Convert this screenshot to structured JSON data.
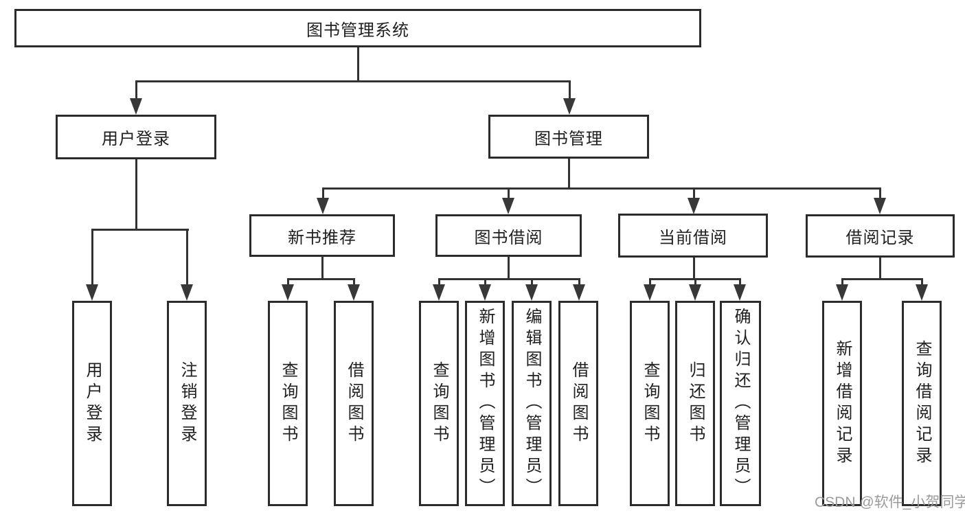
{
  "diagram": {
    "root": "图书管理系统",
    "branches": {
      "user_login": "用户登录",
      "book_management": "图书管理"
    },
    "modules": {
      "new_book": "新书推荐",
      "book_borrow": "图书借阅",
      "current_borrow": "当前借阅",
      "borrow_records": "借阅记录"
    },
    "leaves": [
      "用户登录",
      "注销登录",
      "查询图书",
      "借阅图书",
      "查询图书",
      "新增图书（管理员）",
      "编辑图书（管理员）",
      "借阅图书",
      "查询图书",
      "归还图书",
      "确认归还（管理员）",
      "新增借阅记录",
      "查询借阅记录"
    ],
    "hierarchy": {
      "label": "图书管理系统",
      "children": [
        {
          "label": "用户登录",
          "children": [
            {
              "label": "用户登录"
            },
            {
              "label": "注销登录"
            }
          ]
        },
        {
          "label": "图书管理",
          "children": [
            {
              "label": "新书推荐",
              "children": [
                {
                  "label": "查询图书"
                },
                {
                  "label": "借阅图书"
                }
              ]
            },
            {
              "label": "图书借阅",
              "children": [
                {
                  "label": "查询图书"
                },
                {
                  "label": "新增图书（管理员）"
                },
                {
                  "label": "编辑图书（管理员）"
                },
                {
                  "label": "借阅图书"
                }
              ]
            },
            {
              "label": "当前借阅",
              "children": [
                {
                  "label": "查询图书"
                },
                {
                  "label": "归还图书"
                },
                {
                  "label": "确认归还（管理员）"
                }
              ]
            },
            {
              "label": "借阅记录",
              "children": [
                {
                  "label": "新增借阅记录"
                },
                {
                  "label": "查询借阅记录"
                }
              ]
            }
          ]
        }
      ]
    }
  },
  "watermark": {
    "text": "CSDN @软件_小贺同学",
    "color": "#9b9b9b"
  },
  "colors": {
    "background": "#ffffff",
    "box_border": "#2b2b2b",
    "connector_line": "#333333",
    "text": "#1f1f1f"
  }
}
